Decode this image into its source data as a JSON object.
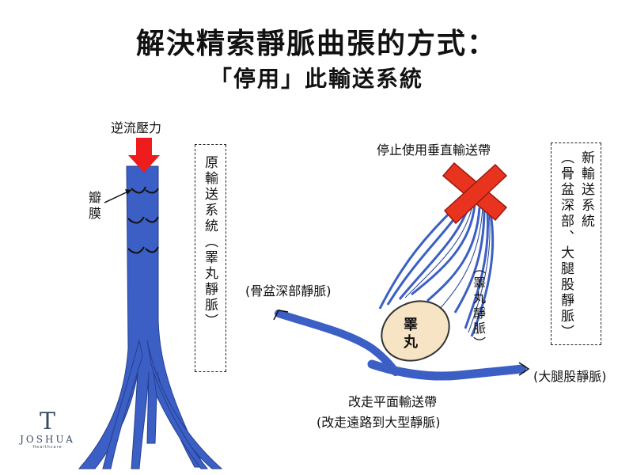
{
  "title": {
    "line1": "解決精索靜脈曲張的方式：",
    "line2": "「停用」此輸送系統"
  },
  "left_diagram": {
    "pressure_label": "逆流壓力",
    "valve_label": "瓣\n膜",
    "original_system_label": "原輸送系統（睪丸靜脈）"
  },
  "right_diagram": {
    "stop_label": "停止使用垂直輸送帶",
    "new_system_label_col1": "新輸送系統",
    "new_system_label_col2": "（骨盆深部、大腿股靜脈）",
    "pelvic_vein_label": "(骨盆深部靜脈)",
    "testicular_vein_label": "（睪丸靜脈）",
    "testis_label": "睪\n丸",
    "femoral_vein_label": "(大腿股靜脈)",
    "horizontal_label_line1": "改走平面輸送帶",
    "horizontal_label_line2": "(改走遠路到大型靜脈)"
  },
  "logo": {
    "mark": "T",
    "name": "JOSHUA",
    "subtitle": "Healthcare"
  },
  "colors": {
    "vein": "#3b5fc4",
    "vein_dark": "#263f8f",
    "arrow": "#ee1c1c",
    "cross": "#e8341f",
    "testis": "#f6e4c4"
  }
}
